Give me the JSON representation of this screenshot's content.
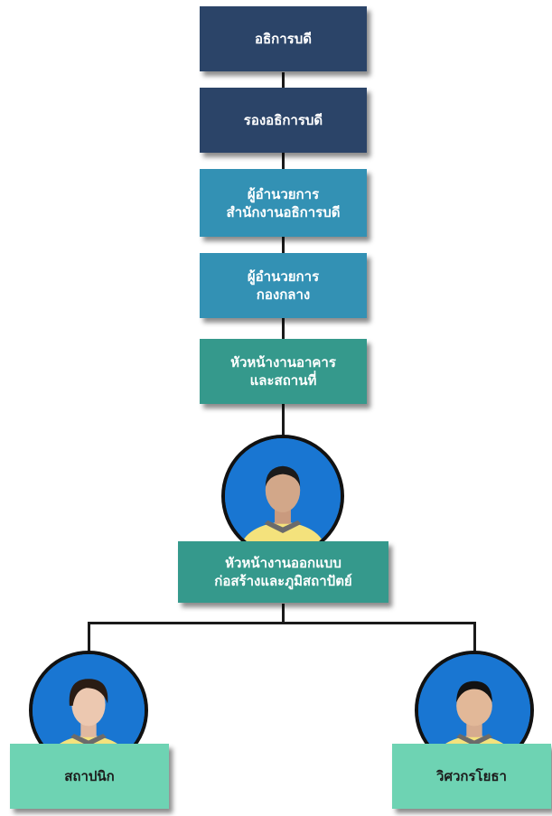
{
  "chart": {
    "director": "อธิการบดี",
    "vice_director": "รองอธิการบดี",
    "office_director": [
      "ผู้อำนวยการ",
      "สำนักงานอธิการบดี"
    ],
    "central_director": [
      "ผู้อำนวยการ",
      "กองกลาง"
    ],
    "building_head": [
      "หัวหน้างานอาคาร",
      "และสถานที่"
    ],
    "design_head": [
      "หัวหน้างานออกแบบ",
      "ก่อสร้างและภูมิสถาปัตย์"
    ],
    "architect": "สถาปนิก",
    "engineer": "วิศวกรโยธา"
  },
  "colors": {
    "navy": "#2b4468",
    "blue": "#3391b4",
    "teal": "#35998c",
    "mint": "#6ed3b3",
    "avatar_bg": "#1976d2",
    "shirt": "#f4e27c"
  },
  "icons": [
    "person-photo-icon"
  ]
}
